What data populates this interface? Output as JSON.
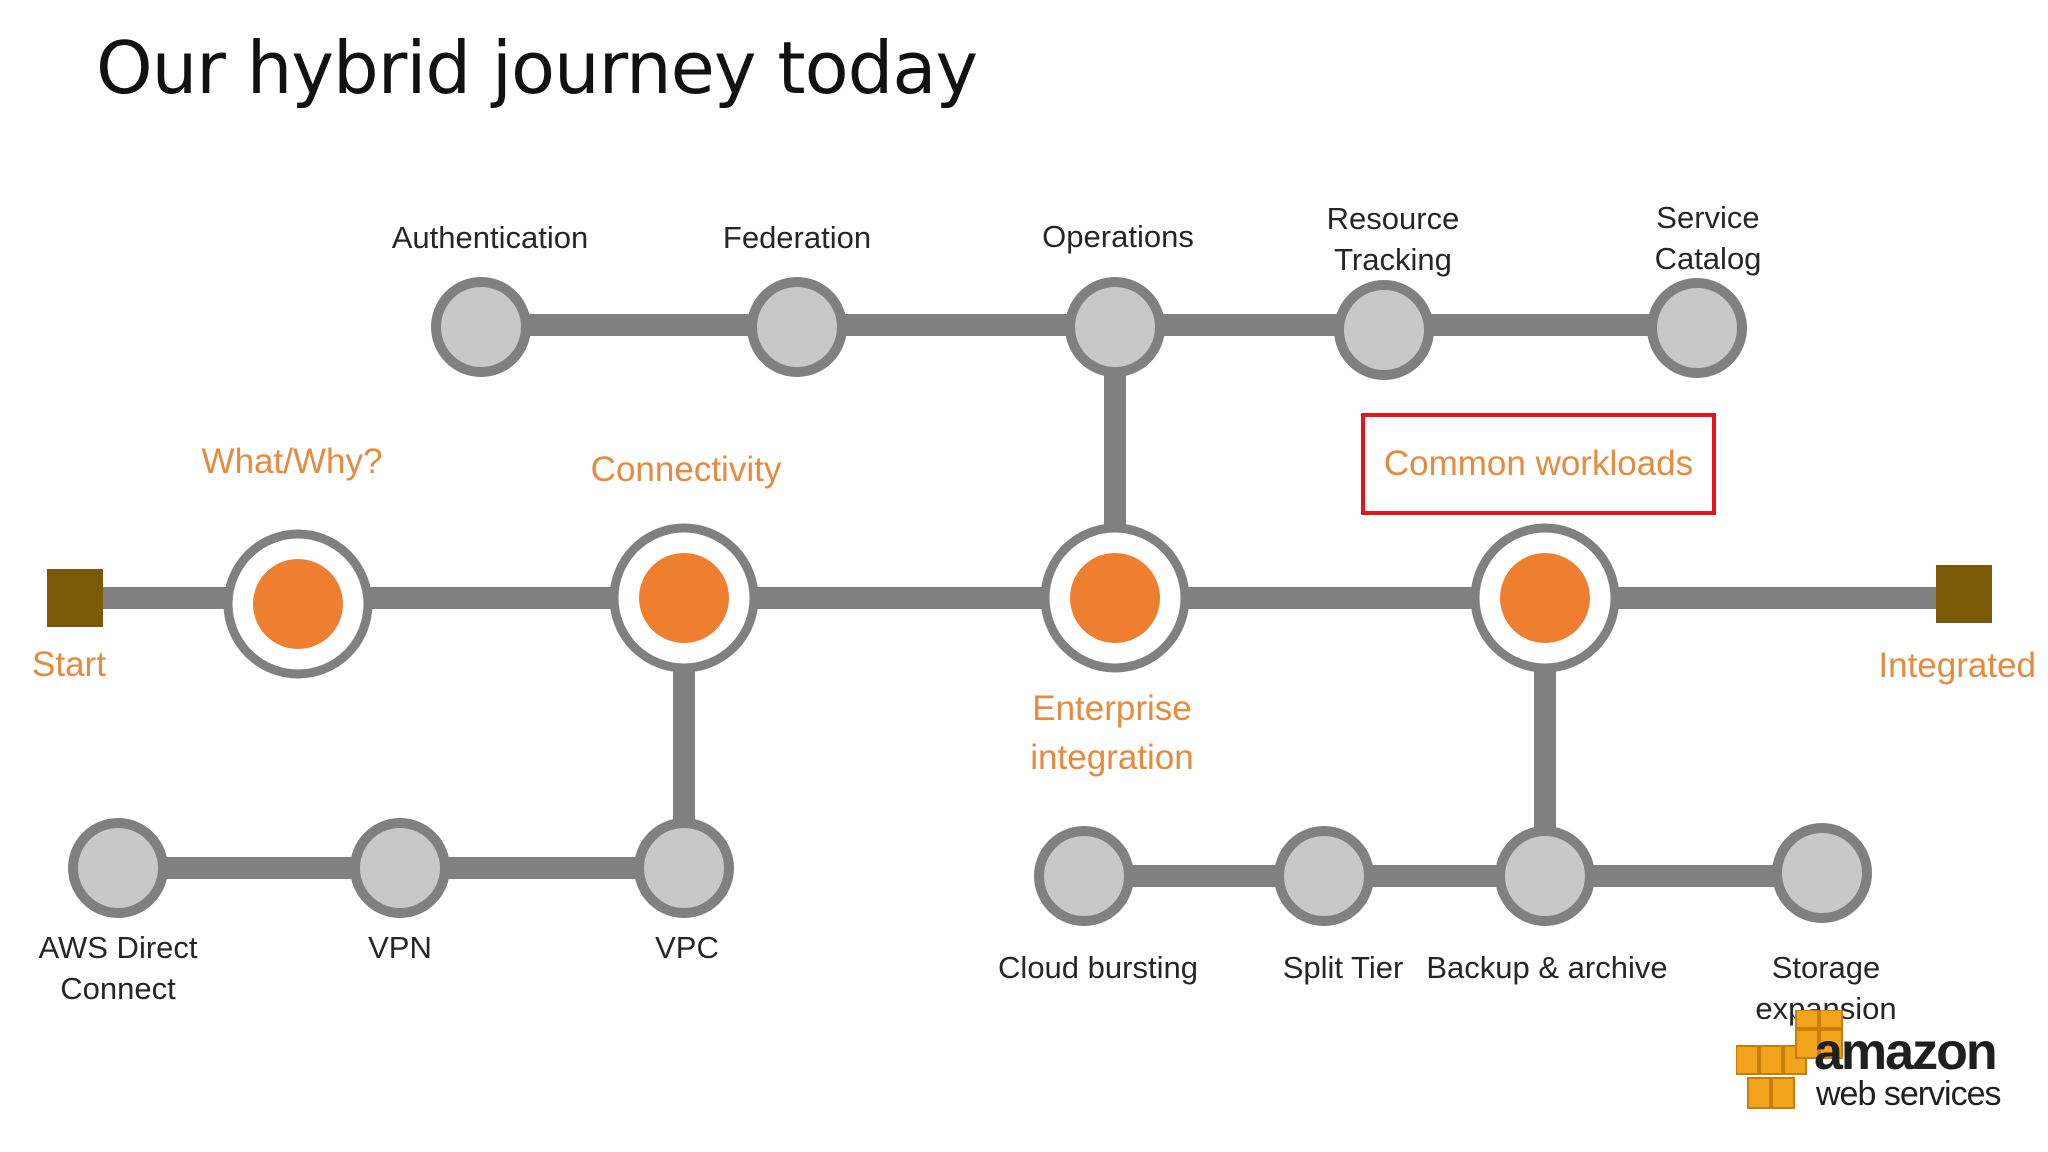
{
  "title": "Our hybrid journey today",
  "colors": {
    "track": "#808080",
    "node_fill": "#c8c8c8",
    "orange": "#ef7f30",
    "terminal": "#7a5a06",
    "highlight": "#e8141b"
  },
  "main_line": {
    "start_label": "Start",
    "end_label": "Integrated",
    "stations": [
      {
        "label": "What/Why?"
      },
      {
        "label": "Connectivity"
      },
      {
        "label": "Enterprise integration",
        "display": "Enterprise\nintegration"
      },
      {
        "label": "Common workloads",
        "highlighted": true
      }
    ]
  },
  "top_branch": {
    "stops": [
      {
        "label": "Authentication"
      },
      {
        "label": "Federation"
      },
      {
        "label": "Operations"
      },
      {
        "label": "Resource Tracking",
        "display": "Resource\nTracking"
      },
      {
        "label": "Service Catalog",
        "display": "Service\nCatalog"
      }
    ]
  },
  "connectivity_branch": {
    "stops": [
      {
        "label": "AWS Direct Connect",
        "display": "AWS Direct\nConnect"
      },
      {
        "label": "VPN"
      },
      {
        "label": "VPC"
      }
    ]
  },
  "workloads_branch": {
    "stops": [
      {
        "label": "Cloud bursting"
      },
      {
        "label": "Split Tier"
      },
      {
        "label": "Backup & archive"
      },
      {
        "label": "Storage expansion",
        "display": "Storage\nexpansion"
      }
    ]
  },
  "logo": {
    "word": "amazon",
    "sub": "web services"
  }
}
